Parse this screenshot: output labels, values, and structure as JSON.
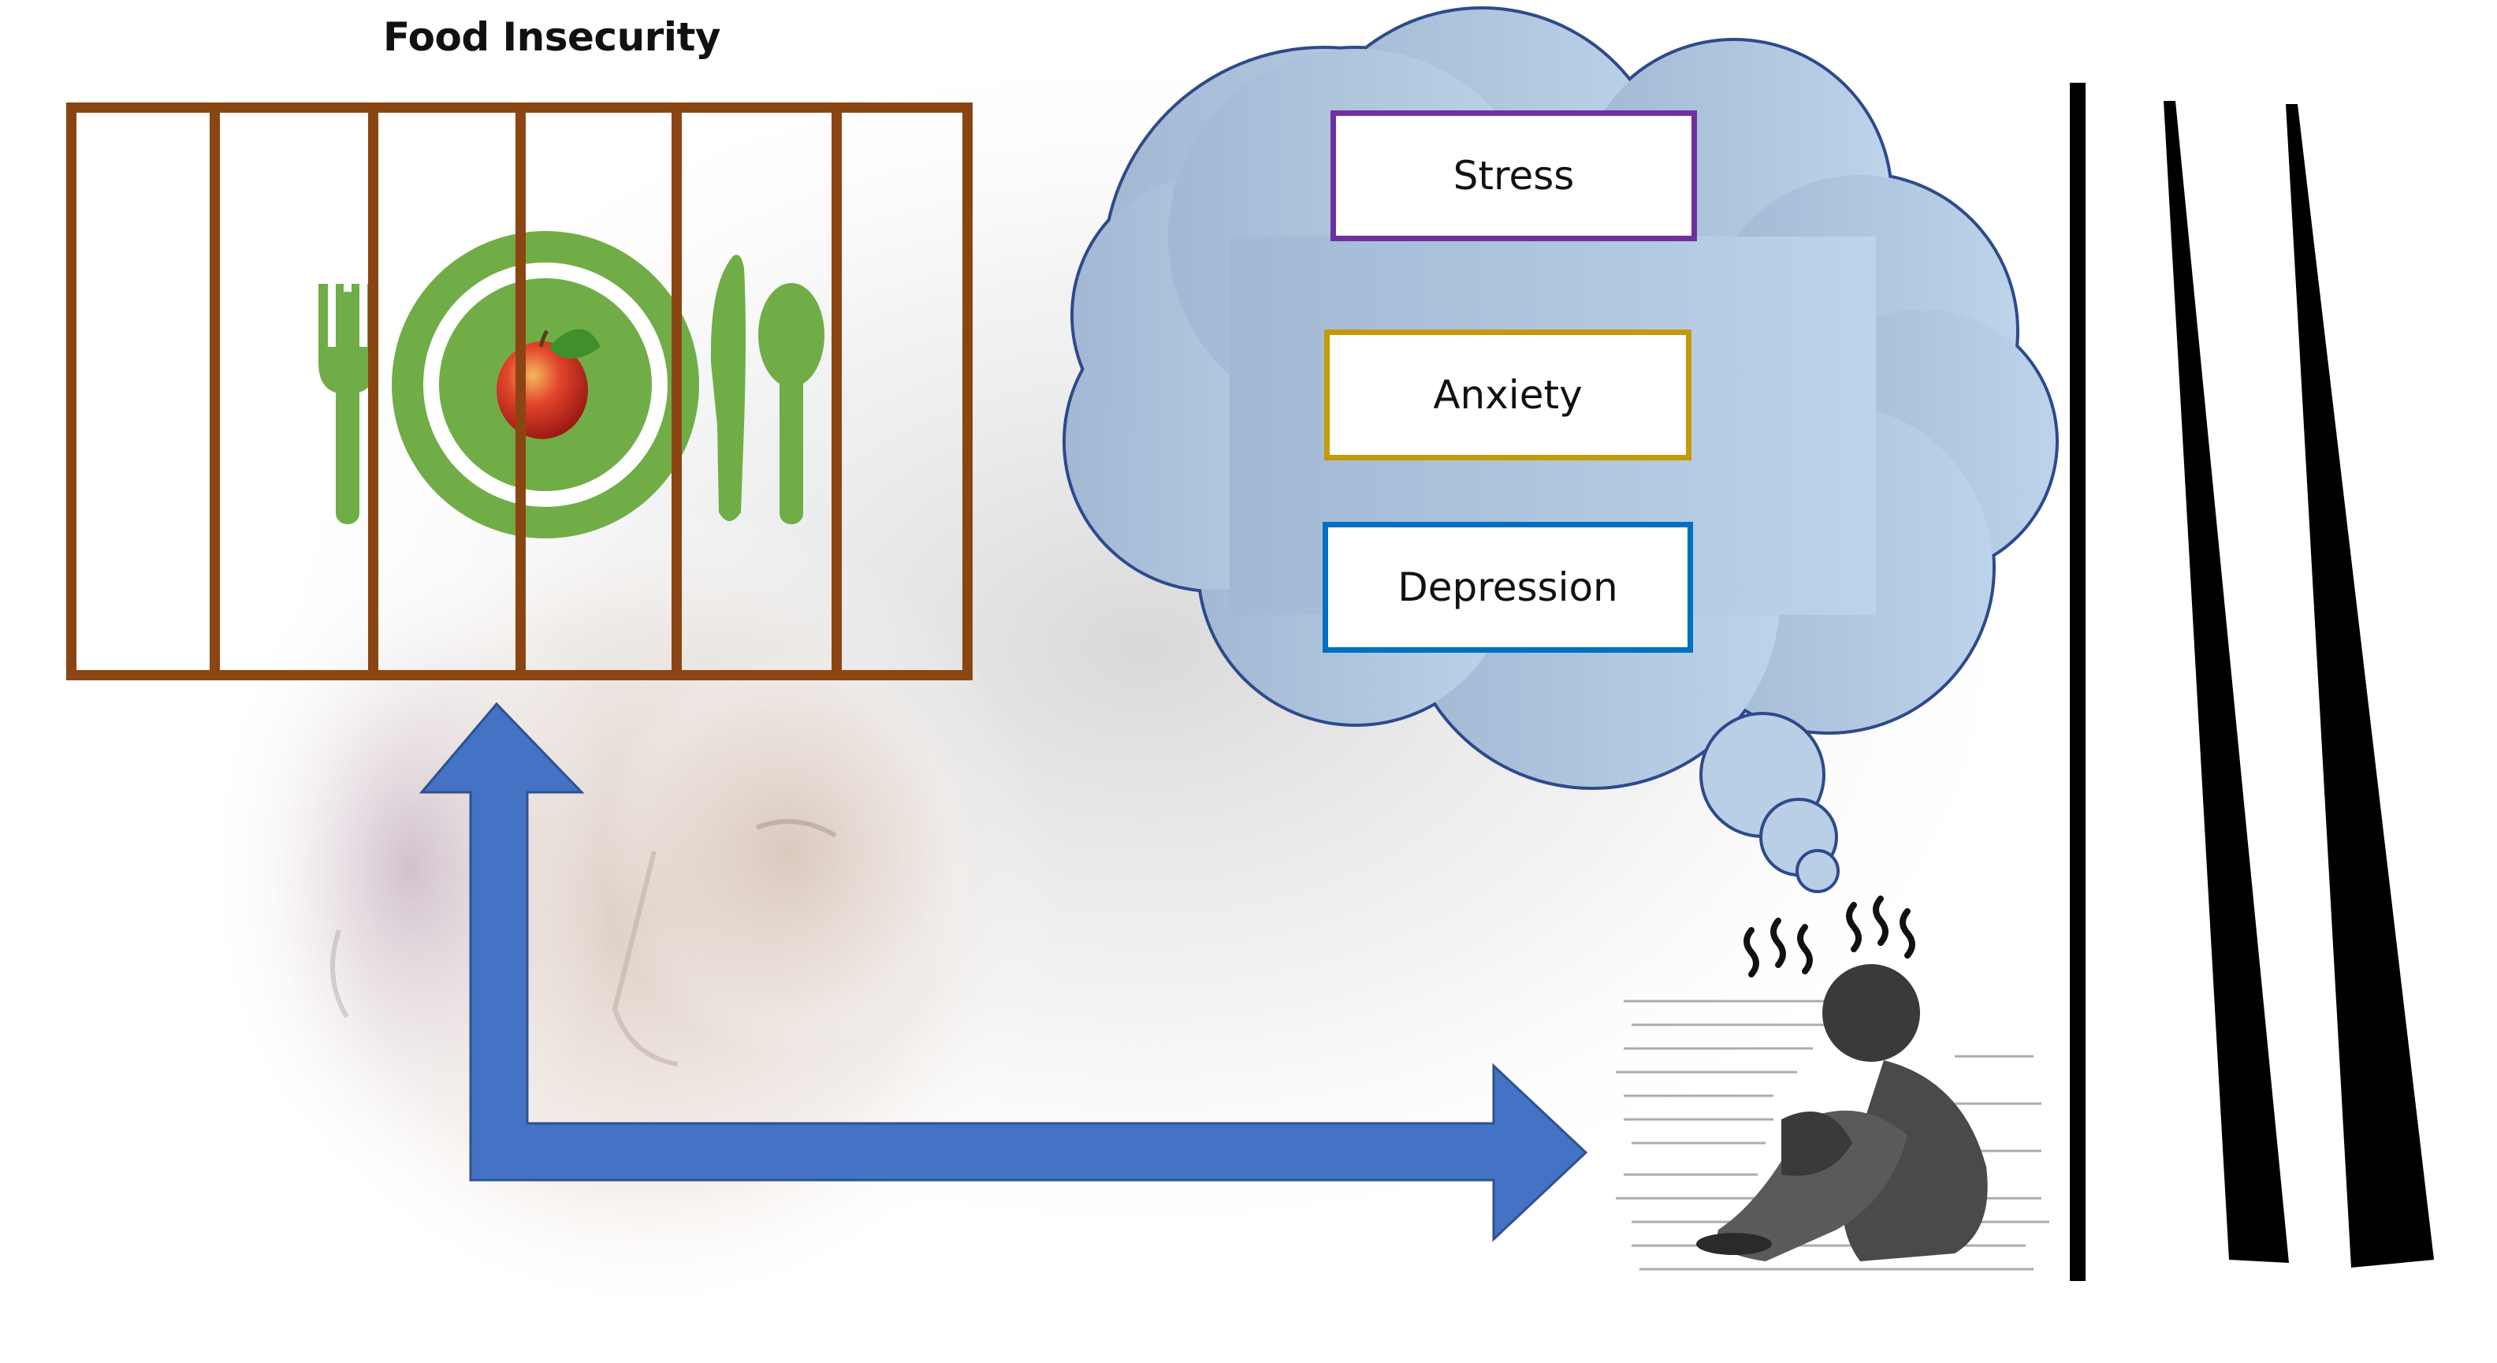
{
  "title": "Food Insecurity",
  "emotions": [
    {
      "label": "Stress",
      "color": "#7030a0"
    },
    {
      "label": "Anxiety",
      "color": "#c49a0a"
    },
    {
      "label": "Depression",
      "color": "#0070c0"
    }
  ],
  "colors": {
    "bars": "#8b4513",
    "plate": "#70ad47",
    "arrow": "#4472c4",
    "cloud_fill": "#a9c4e0",
    "cloud_stroke": "#2e4a8c"
  }
}
